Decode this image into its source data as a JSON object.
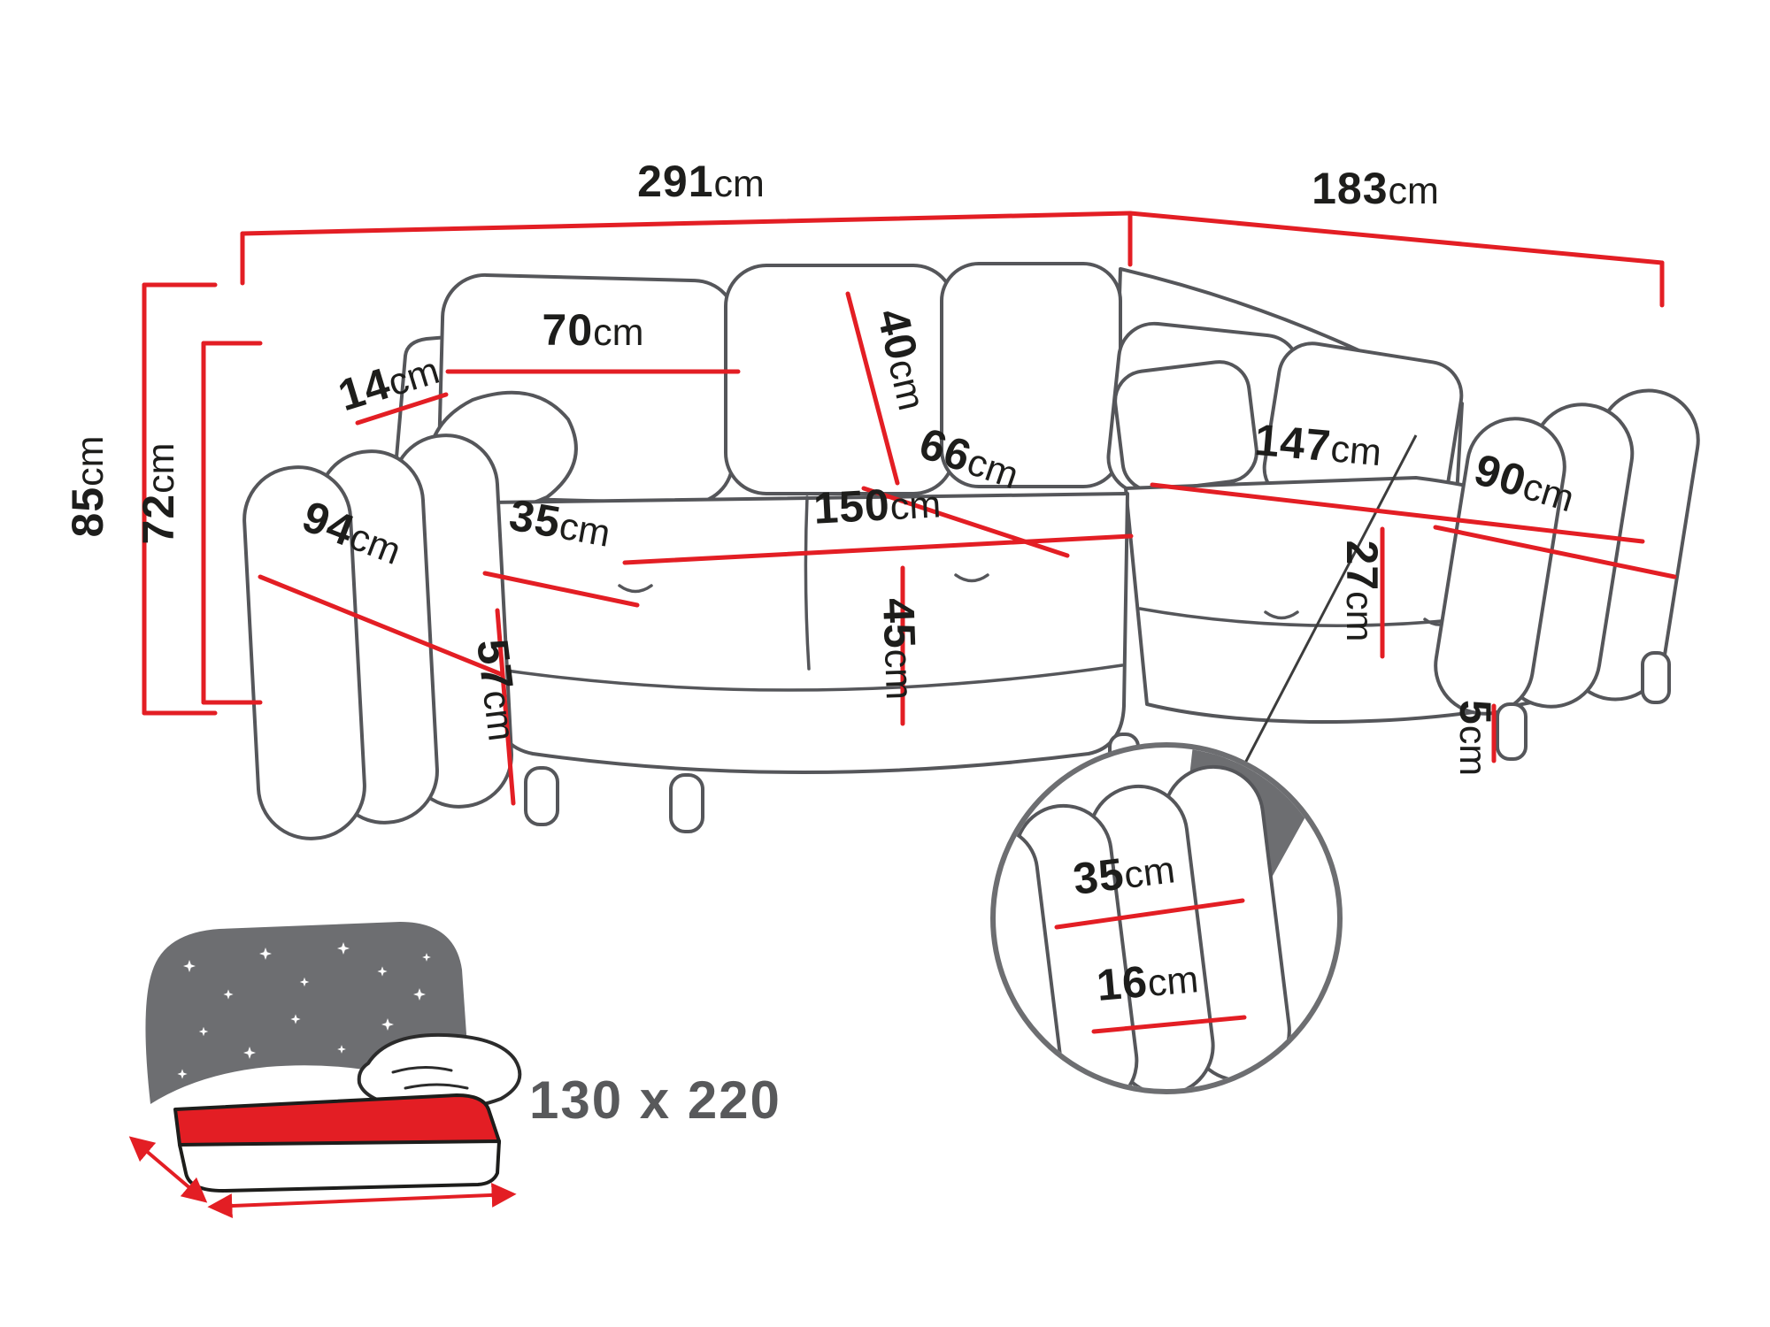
{
  "diagram": {
    "kind": "corner-sofa-dimension-diagram",
    "colors": {
      "dimension_line": "#e31e24",
      "drawing_outline": "#55565a",
      "label_text": "#1d1d1b",
      "muted_gray": "#6d6e71"
    },
    "dimensions": {
      "total_width": {
        "value": "291",
        "unit": "cm"
      },
      "total_depth": {
        "value": "183",
        "unit": "cm"
      },
      "total_height": {
        "value": "85",
        "unit": "cm"
      },
      "backrest_height": {
        "value": "72",
        "unit": "cm"
      },
      "back_cushion_width": {
        "value": "70",
        "unit": "cm"
      },
      "back_top_depth": {
        "value": "14",
        "unit": "cm"
      },
      "back_cushion_height": {
        "value": "40",
        "unit": "cm"
      },
      "back_seat_depth": {
        "value": "66",
        "unit": "cm"
      },
      "armrest_outer_depth": {
        "value": "94",
        "unit": "cm"
      },
      "armrest_width": {
        "value": "35",
        "unit": "cm"
      },
      "seat_length": {
        "value": "150",
        "unit": "cm"
      },
      "chaise_length": {
        "value": "147",
        "unit": "cm"
      },
      "chaise_depth": {
        "value": "90",
        "unit": "cm"
      },
      "seat_height": {
        "value": "45",
        "unit": "cm"
      },
      "armrest_height": {
        "value": "57",
        "unit": "cm"
      },
      "cushion_thickness": {
        "value": "27",
        "unit": "cm"
      },
      "leg_height": {
        "value": "5",
        "unit": "cm"
      }
    },
    "detail_view": {
      "armrest_top_width": {
        "value": "35",
        "unit": "cm"
      },
      "armrest_side_width": {
        "value": "16",
        "unit": "cm"
      }
    },
    "sleeping_area": {
      "size": "130 x 220"
    }
  }
}
